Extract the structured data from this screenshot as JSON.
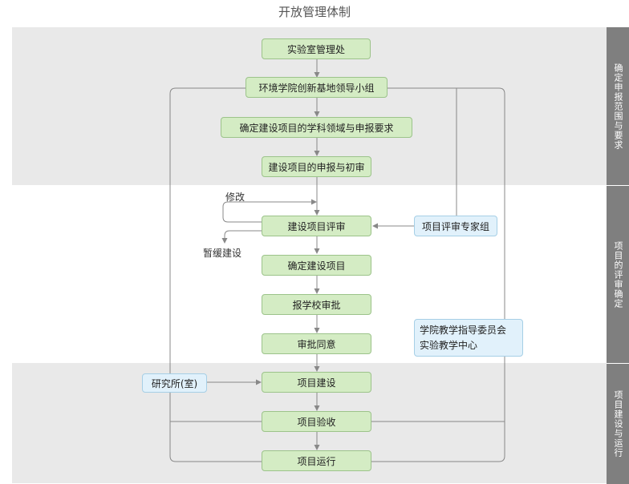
{
  "title": "开放管理体制",
  "sections": [
    "确定申报范围与要求",
    "项目的评审确定",
    "项目建设与运行"
  ],
  "nodes": {
    "lab_office": "实验室管理处",
    "leading_group": "环境学院创新基地领导小组",
    "define_scope": "确定建设项目的学科领域与申报要求",
    "apply_review": "建设项目的申报与初审",
    "project_review": "建设项目评审",
    "confirm_project": "确定建设项目",
    "submit_school": "报学校审批",
    "approve": "审批同意",
    "build": "项目建设",
    "accept": "项目验收",
    "operate": "项目运行"
  },
  "side_nodes": {
    "expert_group": "项目评审专家组",
    "committee": [
      "学院教学指导委员会",
      "实验教学中心"
    ],
    "institute": "研究所(室)"
  },
  "labels": {
    "modify": "修改",
    "postpone": "暂缓建设"
  },
  "colors": {
    "node_fill": "#d4ecc4",
    "side_fill": "#e1f1fb",
    "band": "#e9e9e9",
    "section_bar": "#7f7f7f"
  }
}
